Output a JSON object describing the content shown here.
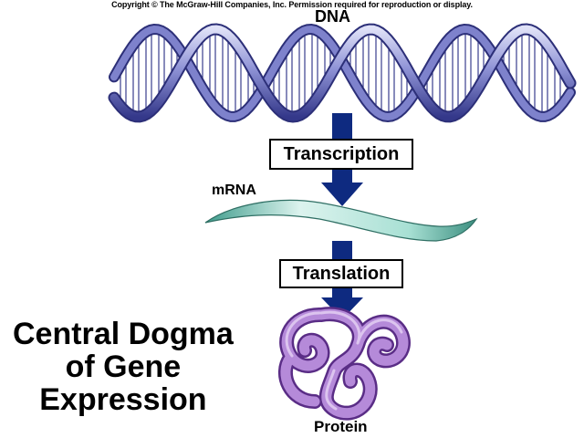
{
  "copyright": "Copyright © The McGraw-Hill Companies, Inc. Permission required for reproduction or display.",
  "labels": {
    "dna": "DNA",
    "transcription": "Transcription",
    "mrna": "mRNA",
    "translation": "Translation",
    "protein": "Protein"
  },
  "title": {
    "line1": "Central Dogma",
    "line2": "of Gene",
    "line3": "Expression"
  },
  "colors": {
    "helix_strand": "#6f74c8",
    "helix_shadow": "#2c2f78",
    "helix_highlight": "#d3d6f4",
    "arrow": "#0e2a80",
    "mrna": "#8fd3c4",
    "protein": "#a66ad0"
  }
}
